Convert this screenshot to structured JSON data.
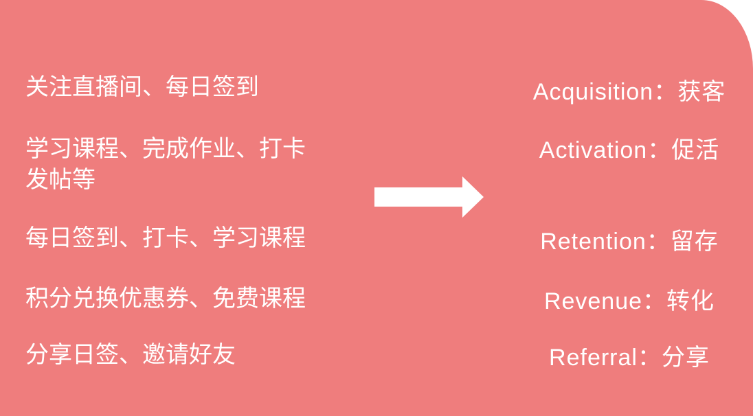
{
  "slide": {
    "background_color": "#ef7d7d",
    "text_color": "#ffffff",
    "arrow_color": "#ffffff",
    "left_items": [
      "关注直播间、每日签到",
      "学习课程、完成作业、打卡\n发帖等",
      "每日签到、打卡、学习课程",
      "积分兑换优惠券、免费课程",
      "分享日签、邀请好友"
    ],
    "right_items": [
      "Acquisition：获客",
      "Activation：促活",
      "Retention：留存",
      "Revenue：转化",
      "Referral：分享"
    ]
  }
}
